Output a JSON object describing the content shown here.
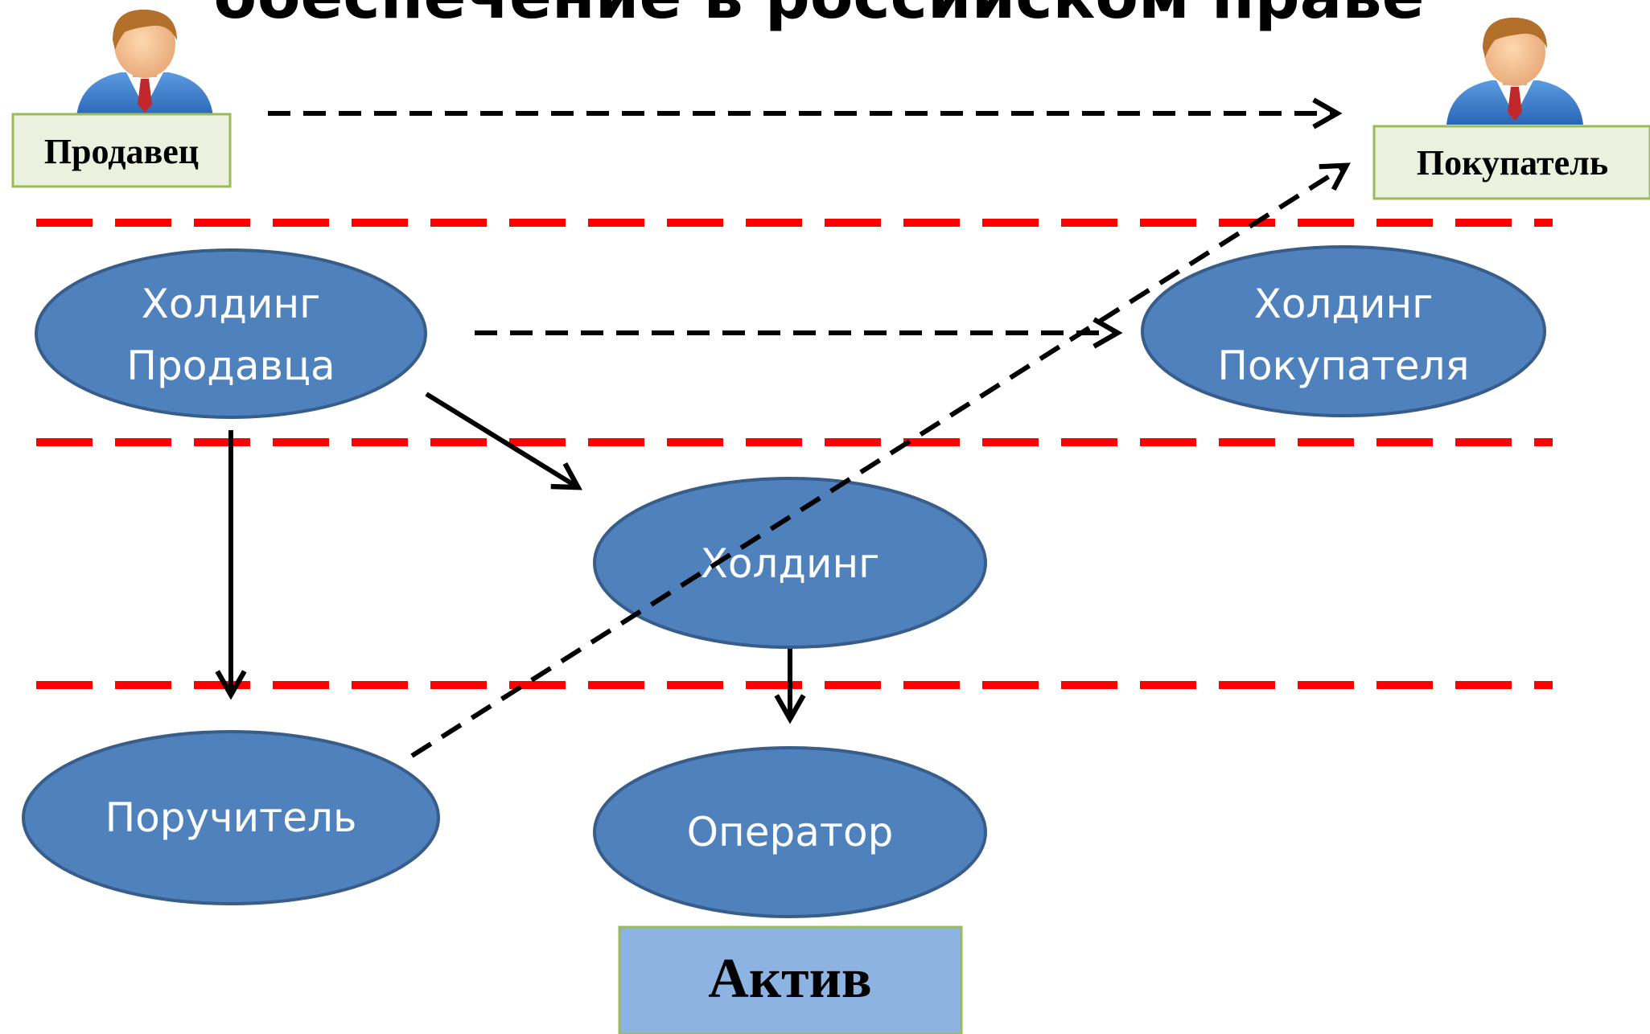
{
  "title": "обеспечение в российском праве",
  "people": {
    "seller": {
      "label": "Продавец",
      "icon": "businessman-icon"
    },
    "buyer": {
      "label": "Покупатель",
      "icon": "businessman-icon"
    }
  },
  "nodes": {
    "seller_holding": {
      "line1": "Холдинг",
      "line2": "Продавца"
    },
    "buyer_holding": {
      "line1": "Холдинг",
      "line2": "Покупателя"
    },
    "holding": {
      "label": "Холдинг"
    },
    "guarantor": {
      "label": "Поручитель"
    },
    "operator": {
      "label": "Оператор"
    }
  },
  "asset": {
    "label": "Актив"
  },
  "colors": {
    "node_fill": "#4f81bd",
    "node_stroke": "#385d8a",
    "label_box": "#ebf1de",
    "label_box_stroke": "#9bbb59",
    "asset_fill": "#8db3e2",
    "divider": "#ff0000",
    "arrow": "#000000"
  }
}
